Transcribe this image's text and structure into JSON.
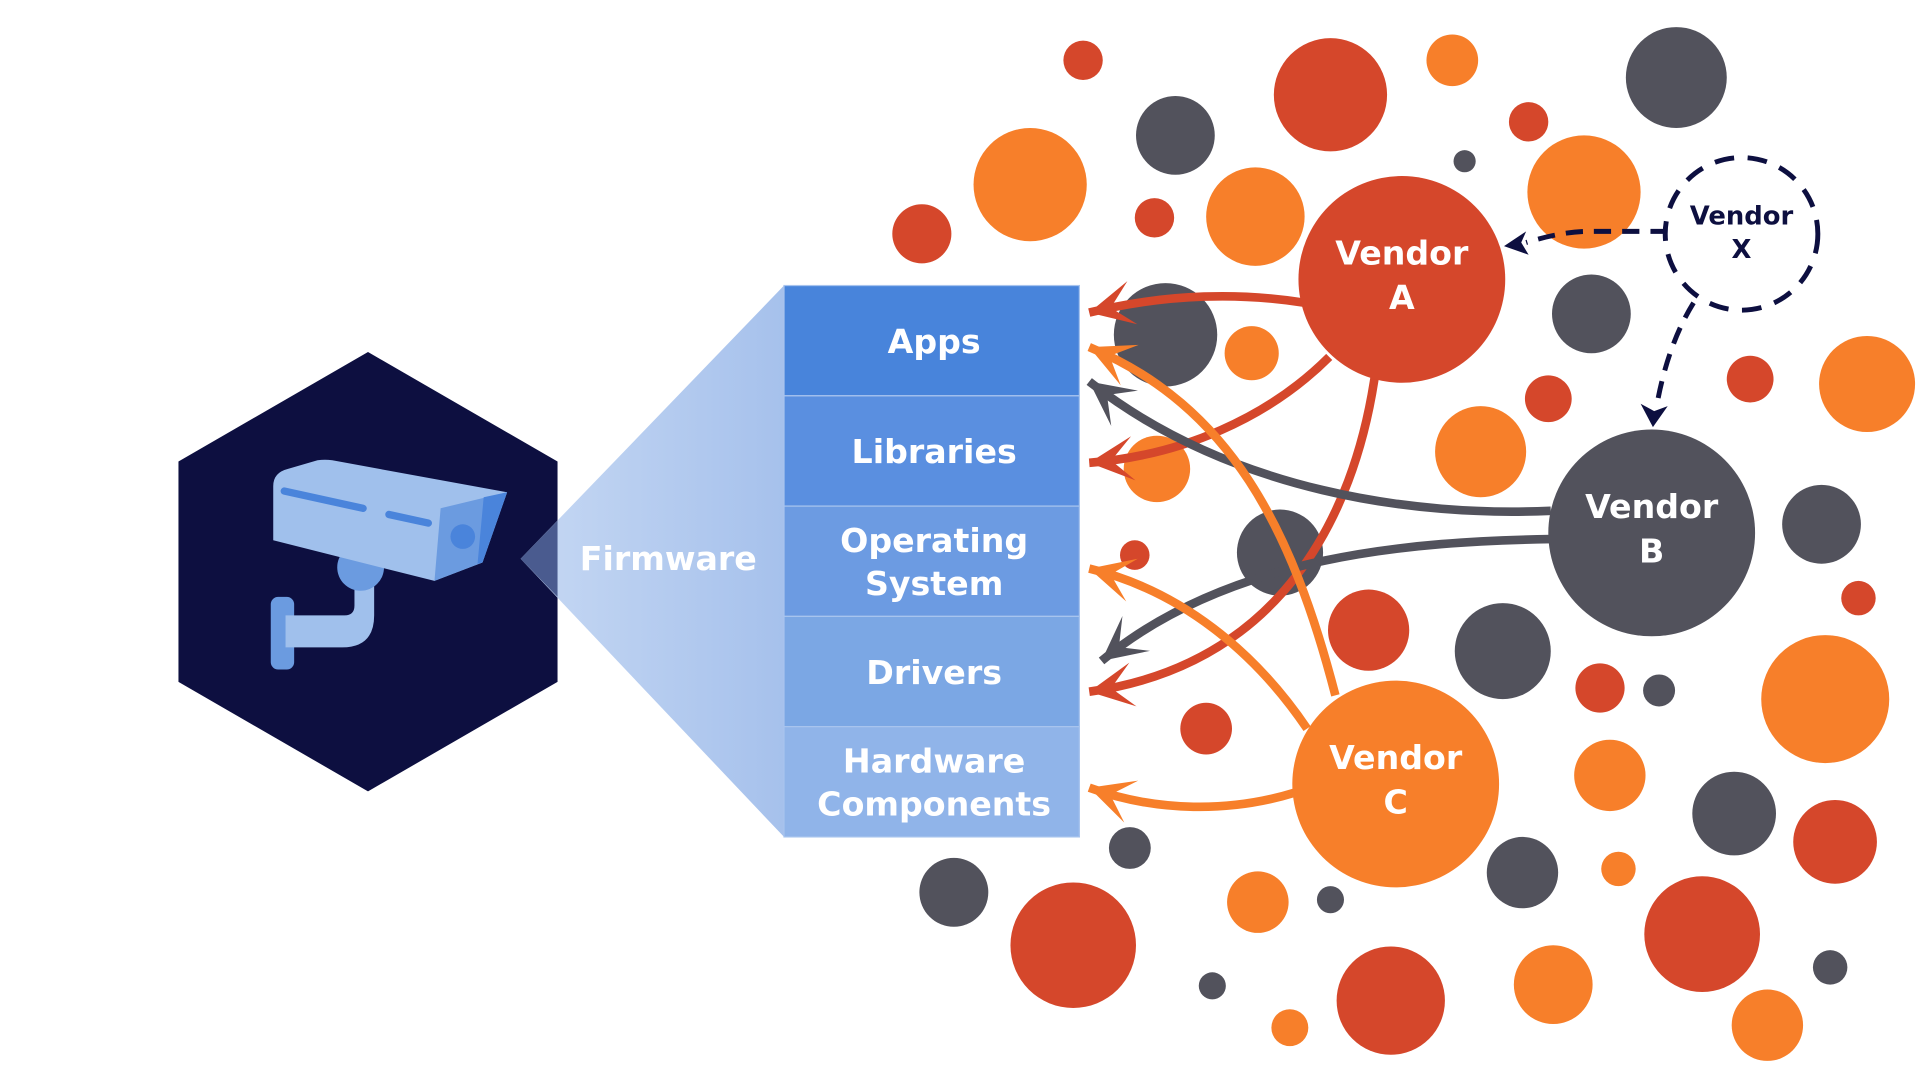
{
  "colors": {
    "navy": "#0d0f40",
    "red": "#d5472b",
    "orange": "#f77f2a",
    "gray": "#52525c",
    "camera_light": "#a0c0ec",
    "camera_mid": "#6b9be0",
    "camera_dark": "#4a84db",
    "firmware_fan": "#a9c4ec"
  },
  "device": {
    "icon": "security-camera-icon",
    "container_shape": "hexagon"
  },
  "firmware": {
    "label": "Firmware",
    "tiers": [
      {
        "id": "apps",
        "lines": [
          "Apps"
        ],
        "color": "#4884db"
      },
      {
        "id": "libraries",
        "lines": [
          "Libraries"
        ],
        "color": "#5a8fe0"
      },
      {
        "id": "operating-system",
        "lines": [
          "Operating",
          "System"
        ],
        "color": "#6c9be2"
      },
      {
        "id": "drivers",
        "lines": [
          "Drivers"
        ],
        "color": "#7ba7e4"
      },
      {
        "id": "hardware-components",
        "lines": [
          "Hardware",
          "Components"
        ],
        "color": "#90b4e9"
      }
    ]
  },
  "vendors": [
    {
      "id": "vendor-a",
      "lines": [
        "Vendor",
        "A"
      ],
      "color": "red",
      "style": "solid"
    },
    {
      "id": "vendor-b",
      "lines": [
        "Vendor",
        "B"
      ],
      "color": "gray",
      "style": "solid"
    },
    {
      "id": "vendor-c",
      "lines": [
        "Vendor",
        "C"
      ],
      "color": "orange",
      "style": "solid"
    },
    {
      "id": "vendor-x",
      "lines": [
        "Vendor",
        "X"
      ],
      "color": "navy",
      "style": "dashed"
    }
  ],
  "connections": [
    {
      "from": "vendor-a",
      "to": "apps",
      "color": "red",
      "style": "solid"
    },
    {
      "from": "vendor-a",
      "to": "libraries",
      "color": "red",
      "style": "solid"
    },
    {
      "from": "vendor-a",
      "to": "drivers",
      "color": "red",
      "style": "solid"
    },
    {
      "from": "vendor-b",
      "to": "apps",
      "color": "gray",
      "style": "solid"
    },
    {
      "from": "vendor-b",
      "to": "drivers",
      "color": "gray",
      "style": "solid"
    },
    {
      "from": "vendor-c",
      "to": "apps",
      "color": "orange",
      "style": "solid"
    },
    {
      "from": "vendor-c",
      "to": "operating-system",
      "color": "orange",
      "style": "solid"
    },
    {
      "from": "vendor-c",
      "to": "hardware-components",
      "color": "orange",
      "style": "solid"
    },
    {
      "from": "vendor-x",
      "to": "vendor-a",
      "color": "navy",
      "style": "dashed"
    },
    {
      "from": "vendor-x",
      "to": "vendor-b",
      "color": "navy",
      "style": "dashed"
    }
  ],
  "background_bubbles": {
    "description": "decorative supply-chain bubbles",
    "color_keys": [
      "red",
      "orange",
      "gray"
    ]
  }
}
